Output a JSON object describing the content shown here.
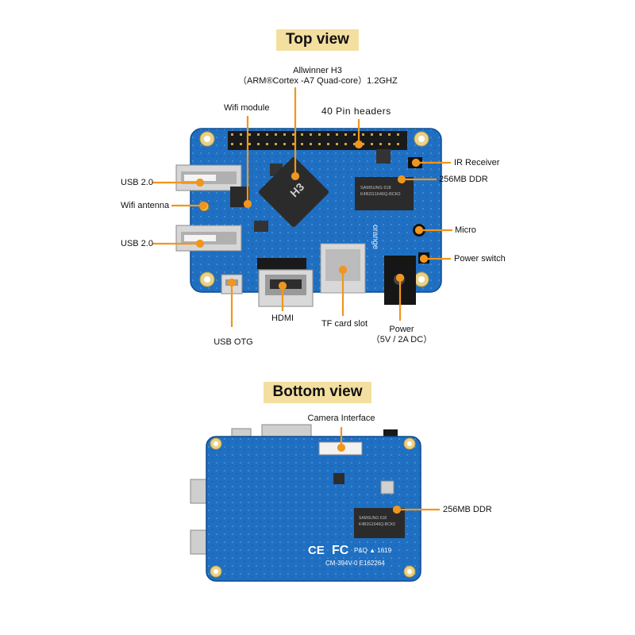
{
  "top_view": {
    "title": "Top view",
    "cpu_label_line1": "Allwinner H3",
    "cpu_label_line2": "（ARM®Cortex  -A7 Quad-core）1.2GHZ",
    "wifi_module": "Wifi module",
    "pin_headers": "40 Pin headers",
    "ir_receiver": "IR Receiver",
    "ddr": "256MB DDR",
    "usb_upper": "USB 2.0",
    "wifi_antenna": "Wifi antenna",
    "usb_lower": "USB 2.0",
    "micro": "Micro",
    "power_switch": "Power switch",
    "hdmi": "HDMI",
    "tf_card_slot": "TF card slot",
    "power_line1": "Power",
    "power_line2": "（5V / 2A DC）",
    "usb_otg": "USB OTG",
    "chip_h3": "H3",
    "chip_ddr_line1": "SAMSUNG  618",
    "chip_ddr_line2": "K4B2G1646Q-BCK0",
    "brand": "orange"
  },
  "bottom_view": {
    "title": "Bottom view",
    "camera_interface": "Camera Interface",
    "ddr": "256MB DDR",
    "chip_ddr_line1": "SAMSUNG  618",
    "chip_ddr_line2": "K4B2G1646Q-BCK0",
    "cert_ce": "CE",
    "cert_fc": "FC",
    "cert_marks": "P&Q ▲ 1619",
    "cert_code": "CM-394V-0 E162264"
  },
  "colors": {
    "board_blue": "#1f6fc2",
    "leader_orange": "#f0961e",
    "title_bg": "#f3dfa0"
  }
}
